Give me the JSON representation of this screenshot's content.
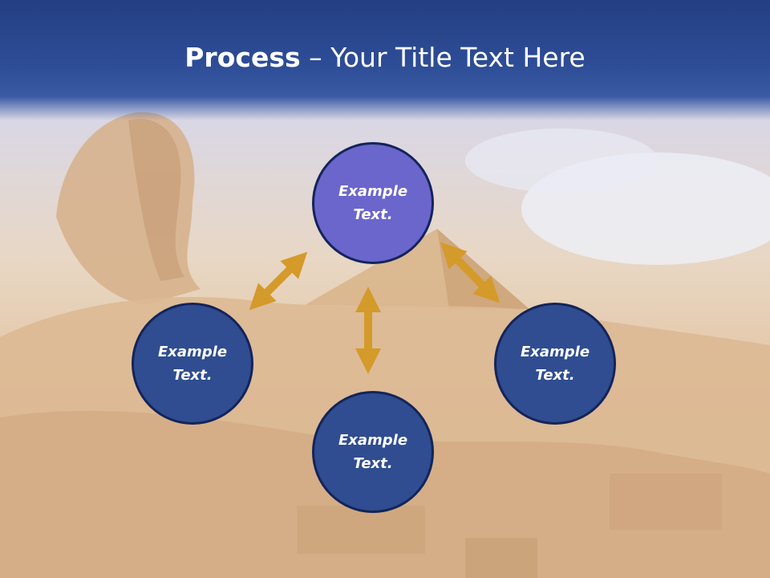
{
  "slide": {
    "title_bold": "Process",
    "title_rest": " – Your Title Text Here"
  },
  "nodes": [
    {
      "id": "top",
      "label": "Example\nText.",
      "line1": "Example",
      "line2": "Text."
    },
    {
      "id": "left",
      "line1": "Example",
      "line2": "Text."
    },
    {
      "id": "right",
      "line1": "Example",
      "line2": "Text."
    },
    {
      "id": "bottom",
      "line1": "Example",
      "line2": "Text."
    }
  ],
  "colors": {
    "header": "#2e4d97",
    "node_top": "#6a66cc",
    "node_dark": "#2f4d90",
    "node_border": "#14245a",
    "arrow": "#d49a2a",
    "text": "#ffffff"
  }
}
